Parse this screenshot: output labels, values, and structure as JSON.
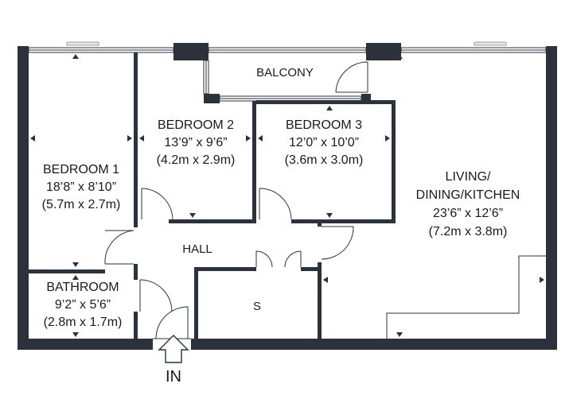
{
  "rooms": {
    "bedroom1": {
      "name": "BEDROOM 1",
      "imperial": "18’8” x 8’10”",
      "metric": "(5.7m x 2.7m)"
    },
    "bedroom2": {
      "name": "BEDROOM 2",
      "imperial": "13’9” x 9’6”",
      "metric": "(4.2m x 2.9m)"
    },
    "bedroom3": {
      "name": "BEDROOM 3",
      "imperial": "12’0” x 10’0”",
      "metric": "(3.6m x 3.0m)"
    },
    "living": {
      "name_line1": "LIVING/",
      "name_line2": "DINING/KITCHEN",
      "imperial": "23’6” x 12’6”",
      "metric": "(7.2m x 3.8m)"
    },
    "bathroom": {
      "name": "BATHROOM",
      "imperial": "9’2” x 5’6”",
      "metric": "(2.8m x 1.7m)"
    },
    "balcony": {
      "name": "BALCONY"
    },
    "hall": {
      "name": "HALL"
    },
    "storage": {
      "name": "S"
    }
  },
  "entrance": {
    "label": "IN"
  },
  "colors": {
    "wall": "#2b323b",
    "background": "#ffffff",
    "sill": "#e6e6e6"
  }
}
